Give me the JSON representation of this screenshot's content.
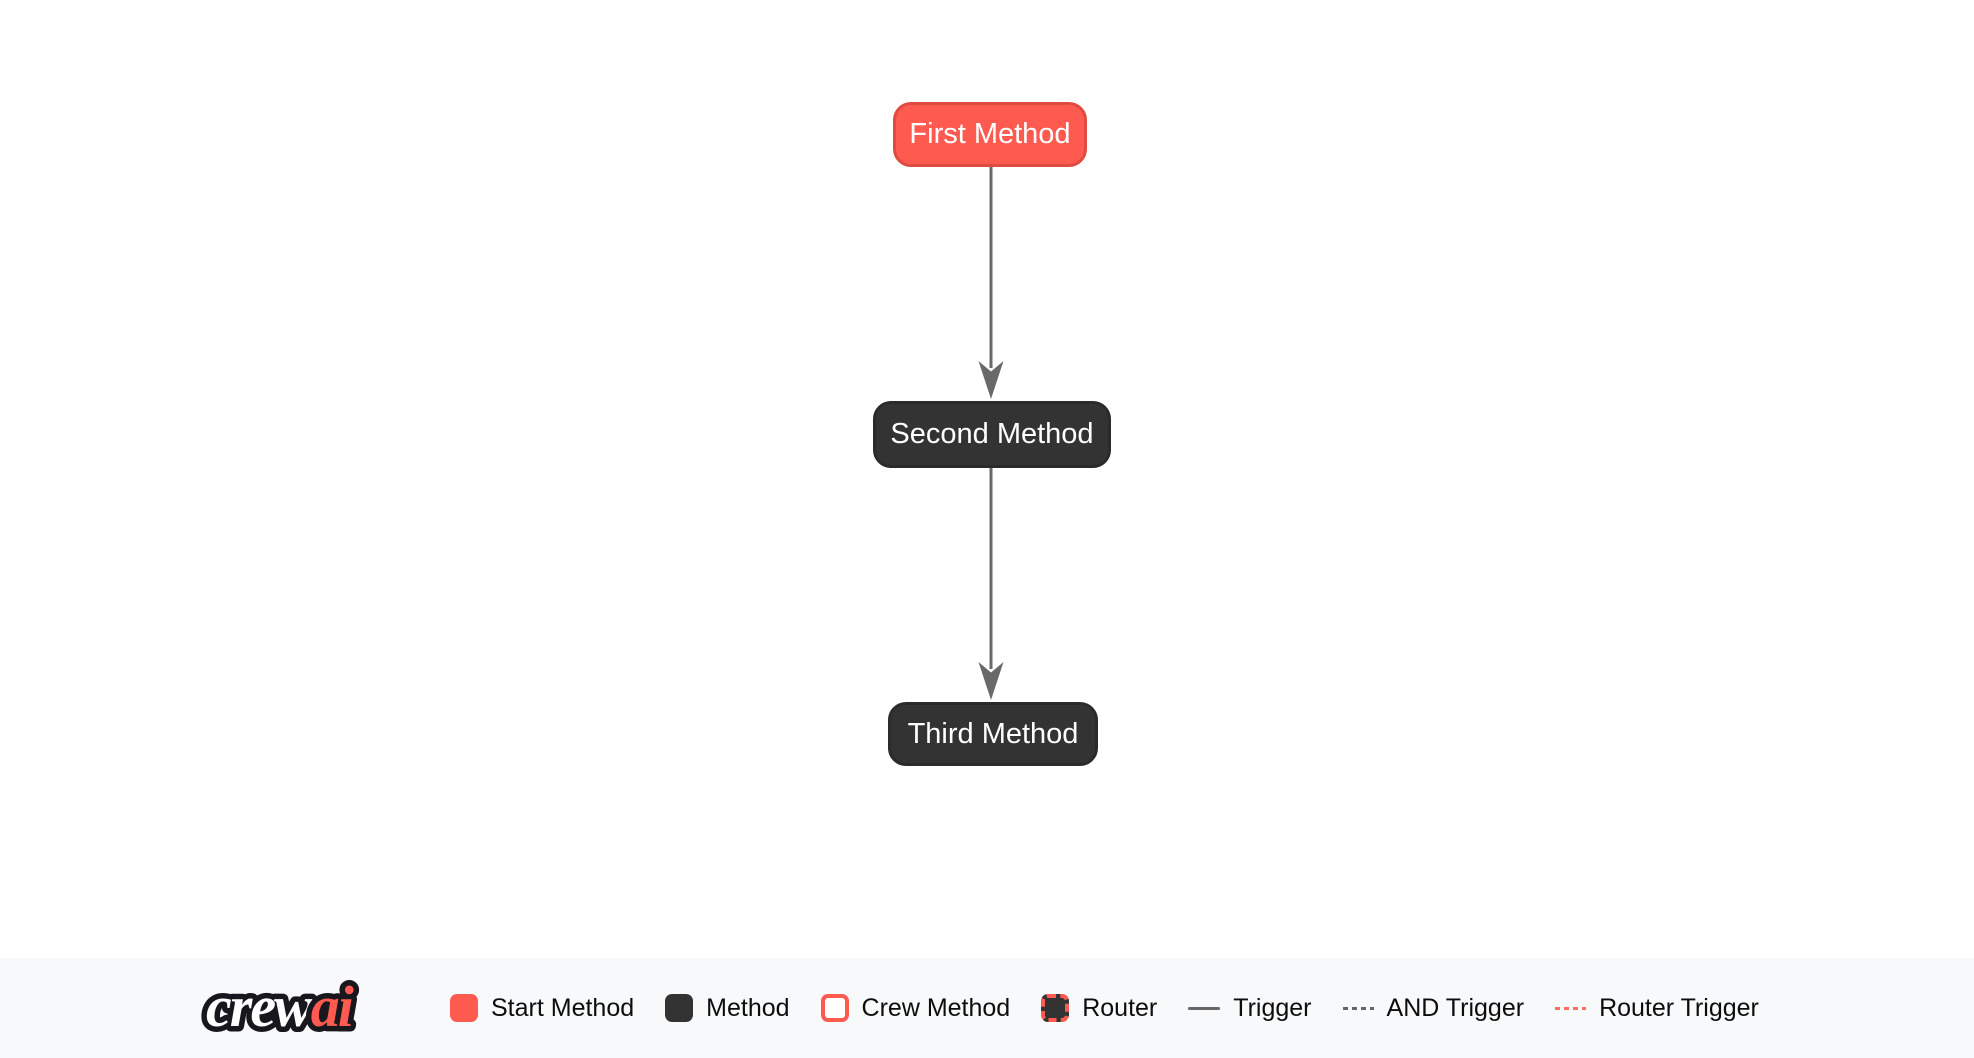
{
  "page": {
    "background": "#ffffff",
    "legend_background": "#f8f9fa"
  },
  "colors": {
    "start_method_fill": "#FF5A50",
    "method_fill": "#333333",
    "node_text": "#ffffff",
    "edge": "#666666",
    "router_trigger": "#fb6e65",
    "legend_text": "#0d0d0d"
  },
  "diagram": {
    "nodes": [
      {
        "id": "first_method",
        "label": "First Method",
        "type": "start"
      },
      {
        "id": "second_method",
        "label": "Second Method",
        "type": "method"
      },
      {
        "id": "third_method",
        "label": "Third Method",
        "type": "method"
      }
    ],
    "edges": [
      {
        "from": "first_method",
        "to": "second_method",
        "type": "trigger"
      },
      {
        "from": "second_method",
        "to": "third_method",
        "type": "trigger"
      }
    ]
  },
  "legend": {
    "logo": {
      "part1": "crew",
      "part2": "ai"
    },
    "items": [
      {
        "label": "Start Method",
        "swatch": "start"
      },
      {
        "label": "Method",
        "swatch": "method"
      },
      {
        "label": "Crew Method",
        "swatch": "crew"
      },
      {
        "label": "Router",
        "swatch": "router"
      },
      {
        "label": "Trigger",
        "swatch": "solid-line"
      },
      {
        "label": "AND Trigger",
        "swatch": "dashed-line"
      },
      {
        "label": "Router Trigger",
        "swatch": "dashed-line-red"
      }
    ]
  }
}
